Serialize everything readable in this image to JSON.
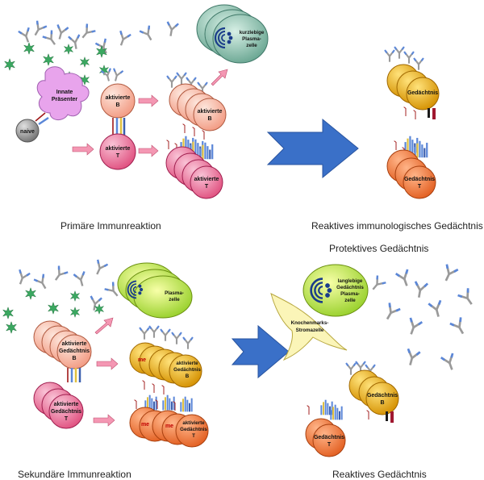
{
  "captions": {
    "primary": "Primäre Immunreaktion",
    "reactive_memory": "Reaktives immunologisches Gedächtnis",
    "protective_memory": "Protektives Gedächtnis",
    "secondary": "Sekundäre Immunreaktion",
    "reactive": "Reaktives Gedächtnis"
  },
  "labels": {
    "innate_1": "Innate",
    "innate_2": "Präsenter",
    "naive": "naive",
    "act_b_1": "aktivierte",
    "act_b_2": "B",
    "act_t_1": "aktivierte",
    "act_t_2": "T",
    "plasma_short_1": "kurzlebige",
    "plasma_short_2": "Plasma-",
    "plasma_short_3": "zelle",
    "mem_b_1": "Gedächtnis",
    "mem_b_2": "B",
    "mem_t_1": "Gedächtnis",
    "mem_t_2": "T",
    "plasma_1": "Plasma-",
    "plasma_2": "zelle",
    "act_mem_1": "aktivierte",
    "act_mem_2": "Gedächtnis",
    "act_mem_b": "B",
    "act_mem_t": "T",
    "me_fragment": "me",
    "longlived_1": "langlebige",
    "longlived_2": "Gedächtnis",
    "longlived_3": "Plasma-",
    "longlived_4": "zelle",
    "stroma_1": "Knochenmarks-",
    "stroma_2": "Stromazelle"
  },
  "colors": {
    "b_cell": "#f7b49c",
    "t_cell": "#ee6f9c",
    "mem_b": "#e8a800",
    "mem_t": "#f07a40",
    "plasma_short": "#8ec5b0",
    "plasma": "#d6ee30",
    "innate": "#e4a0e8",
    "naive": "#9a9a9a",
    "arrow_pink": "#f497b3",
    "arrow_blue": "#3a70c8",
    "antigen": "#2e9a50",
    "stroma": "#fbf5b8"
  }
}
